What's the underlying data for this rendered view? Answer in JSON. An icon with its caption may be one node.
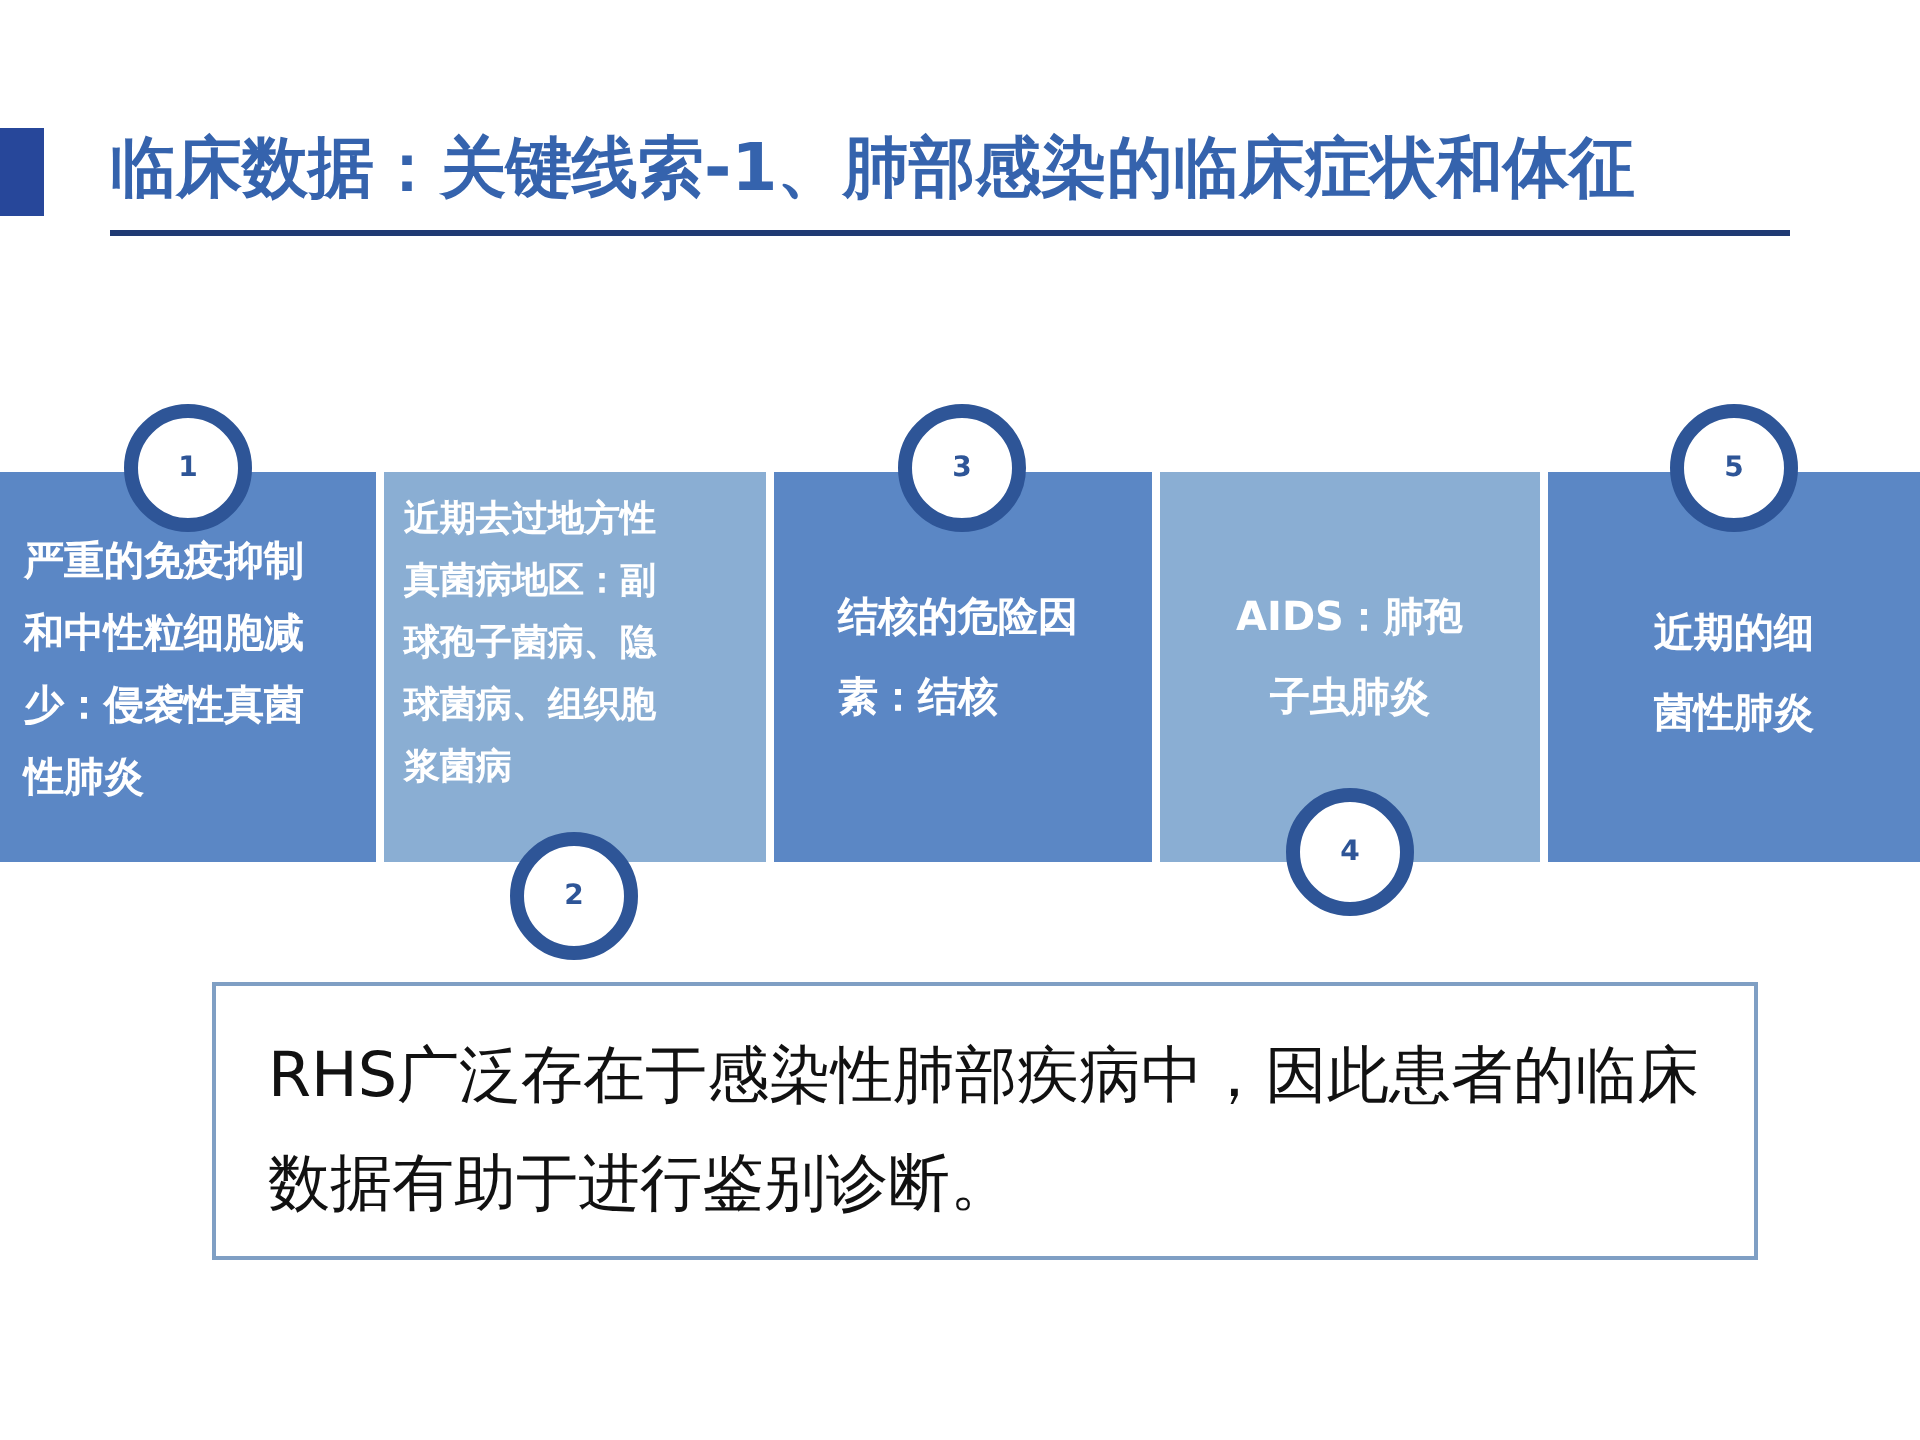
{
  "diagram": {
    "title": "临床数据：关键线索-1、肺部感染的临床症状和体征",
    "nodes": [
      {
        "text": [
          "1"
        ]
      },
      {
        "text": [
          "严重的免疫抑制和中性粒细胞减少：侵袭性真菌性肺炎"
        ]
      },
      {
        "text": [
          "近期去过地方性真菌病地区：副球孢子菌病、隐球菌病、组织胞浆菌病"
        ]
      },
      {
        "text": [
          "2"
        ]
      },
      {
        "text": [
          "3"
        ]
      },
      {
        "text": [
          "结核的危险因素：结核"
        ]
      },
      {
        "text": [
          "AIDS：肺孢子虫肺炎"
        ]
      },
      {
        "text": [
          "4"
        ]
      },
      {
        "text": [
          "5"
        ]
      },
      {
        "text": [
          "近期的细菌性肺炎"
        ]
      },
      {
        "text": [
          "RHS广泛存在于感染性肺部疾病中，因此患者的临床数据有助于进行鉴别诊断。"
        ]
      }
    ]
  }
}
